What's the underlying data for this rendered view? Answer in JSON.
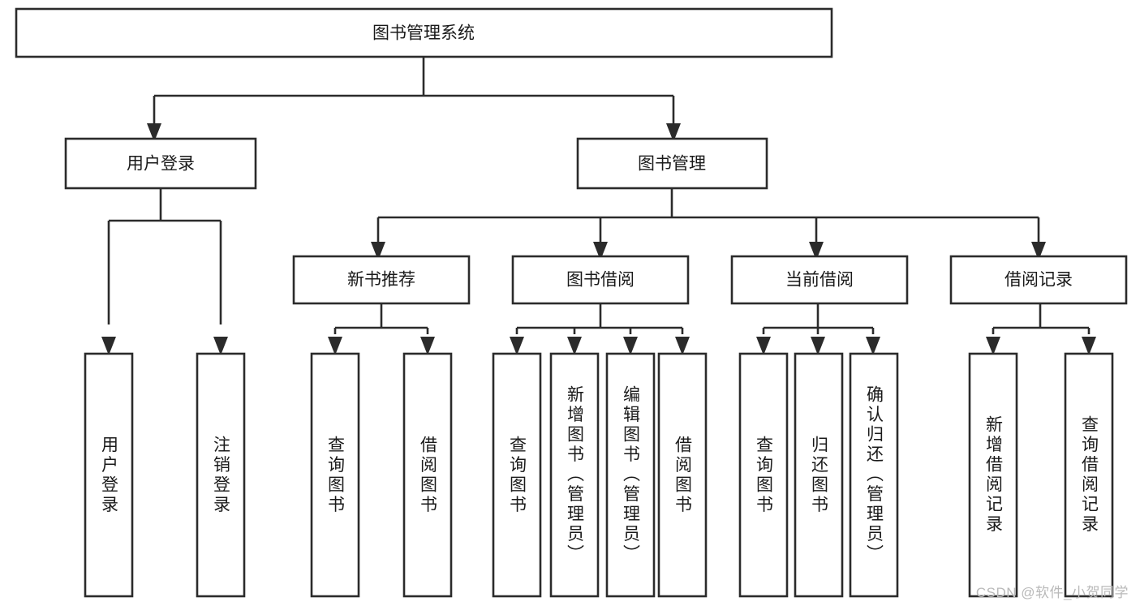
{
  "diagram": {
    "type": "tree",
    "title": "图书管理系统",
    "background_color": "#ffffff",
    "line_color": "#2b2b2b",
    "text_color": "#1a1a1a",
    "root": {
      "id": "root",
      "label": "图书管理系统"
    },
    "level2": [
      {
        "id": "user-login",
        "label": "用户登录"
      },
      {
        "id": "book-manage",
        "label": "图书管理"
      }
    ],
    "level3": [
      {
        "id": "new-book-rec",
        "label": "新书推荐",
        "parent": "book-manage"
      },
      {
        "id": "book-borrow",
        "label": "图书借阅",
        "parent": "book-manage"
      },
      {
        "id": "current-borrow",
        "label": "当前借阅",
        "parent": "book-manage"
      },
      {
        "id": "borrow-record",
        "label": "借阅记录",
        "parent": "book-manage"
      }
    ],
    "leaves": [
      {
        "id": "leaf-user-login",
        "label": "用户登录",
        "parent": "user-login"
      },
      {
        "id": "leaf-logout",
        "label": "注销登录",
        "parent": "user-login"
      },
      {
        "id": "leaf-query-book-1",
        "label": "查询图书",
        "parent": "new-book-rec"
      },
      {
        "id": "leaf-borrow-book-1",
        "label": "借阅图书",
        "parent": "new-book-rec"
      },
      {
        "id": "leaf-query-book-2",
        "label": "查询图书",
        "parent": "book-borrow"
      },
      {
        "id": "leaf-add-book",
        "label": "新增图书（管理员）",
        "parent": "book-borrow"
      },
      {
        "id": "leaf-edit-book",
        "label": "编辑图书（管理员）",
        "parent": "book-borrow"
      },
      {
        "id": "leaf-borrow-book-2",
        "label": "借阅图书",
        "parent": "book-borrow"
      },
      {
        "id": "leaf-query-book-3",
        "label": "查询图书",
        "parent": "current-borrow"
      },
      {
        "id": "leaf-return-book",
        "label": "归还图书",
        "parent": "current-borrow"
      },
      {
        "id": "leaf-confirm-return",
        "label": "确认归还（管理员）",
        "parent": "current-borrow"
      },
      {
        "id": "leaf-add-record",
        "label": "新增借阅记录",
        "parent": "borrow-record"
      },
      {
        "id": "leaf-query-record",
        "label": "查询借阅记录",
        "parent": "borrow-record"
      }
    ]
  },
  "watermark": {
    "text": "CSDN @软件_小贺同学"
  }
}
